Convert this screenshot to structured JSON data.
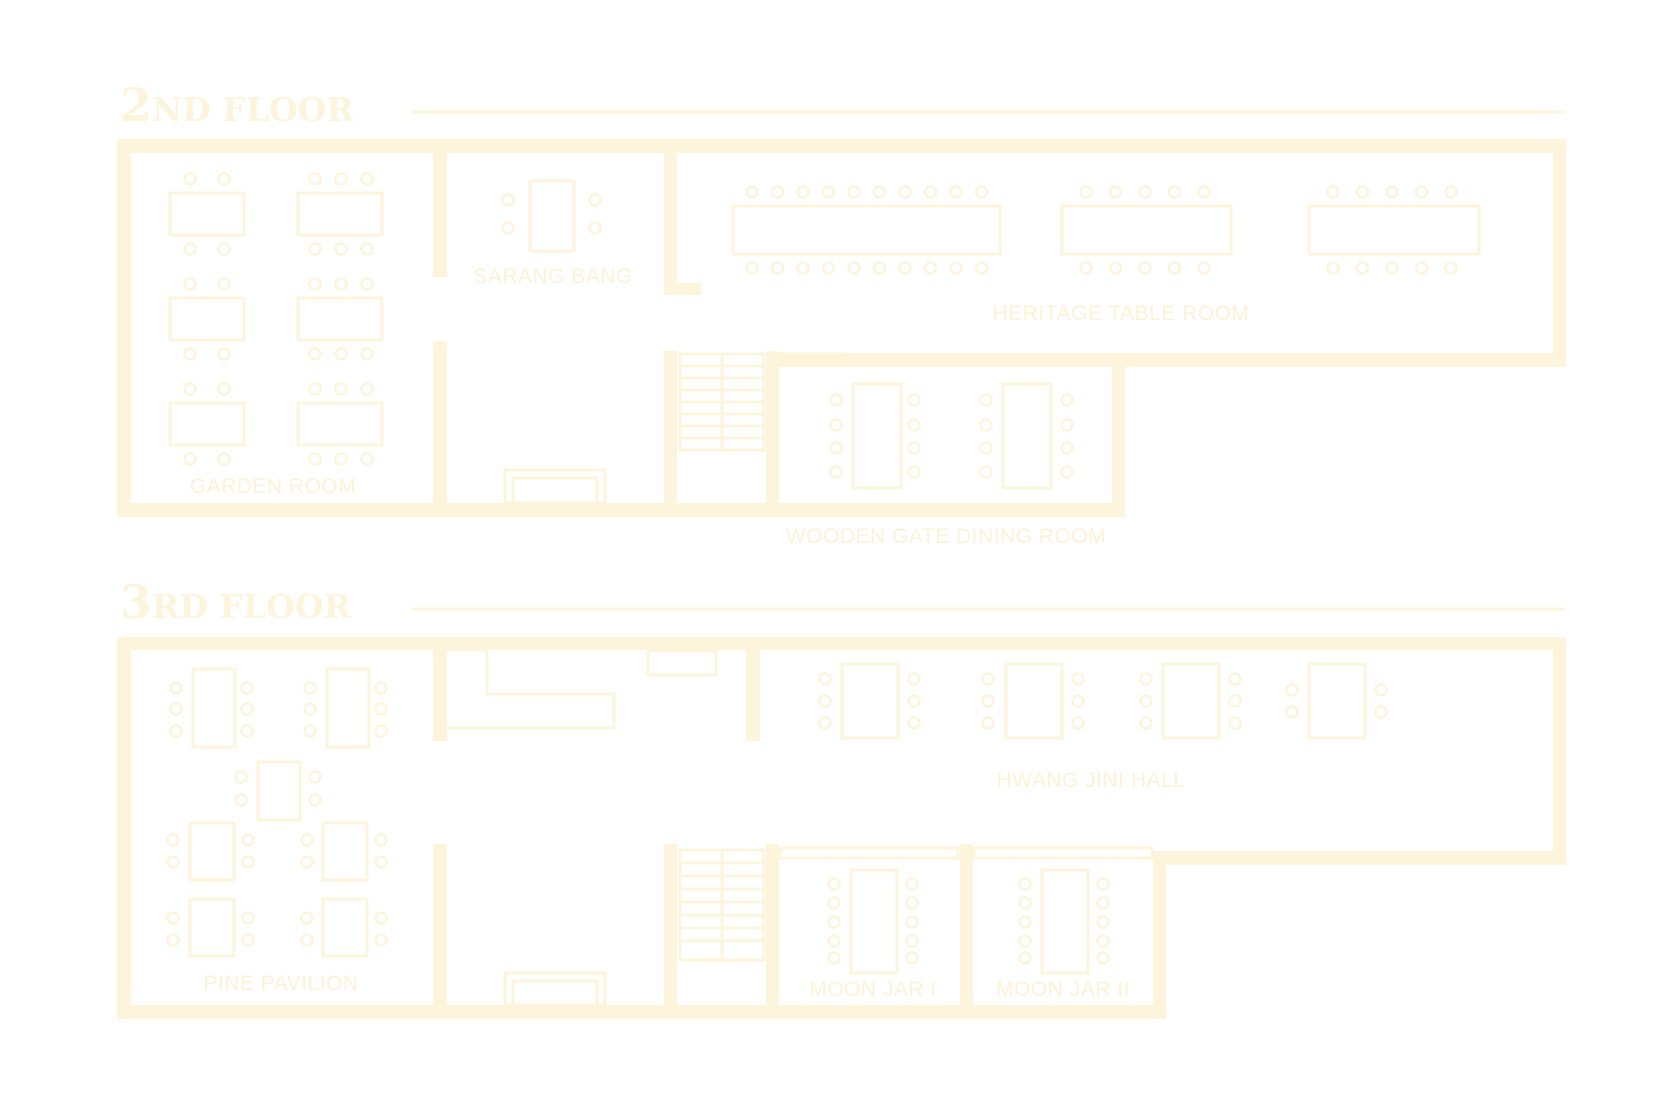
{
  "colors": {
    "line": "#fdf4dc",
    "background": "#ffffff"
  },
  "floors": [
    {
      "title_number": "2",
      "title_suffix": "ND FLOOR",
      "rooms": [
        {
          "id": "garden",
          "label": "GARDEN ROOM"
        },
        {
          "id": "sarang",
          "label": "SARANG BANG"
        },
        {
          "id": "heritage",
          "label": "HERITAGE TABLE ROOM"
        },
        {
          "id": "wooden",
          "label": "WOODEN GATE DINING ROOM"
        }
      ]
    },
    {
      "title_number": "3",
      "title_suffix": "RD FLOOR",
      "rooms": [
        {
          "id": "hwang",
          "label": "HWANG JINI HALL"
        },
        {
          "id": "pine",
          "label": "PINE PAVILION"
        },
        {
          "id": "moon1",
          "label": "MOON JAR I"
        },
        {
          "id": "moon2",
          "label": "MOON JAR II"
        }
      ]
    }
  ]
}
